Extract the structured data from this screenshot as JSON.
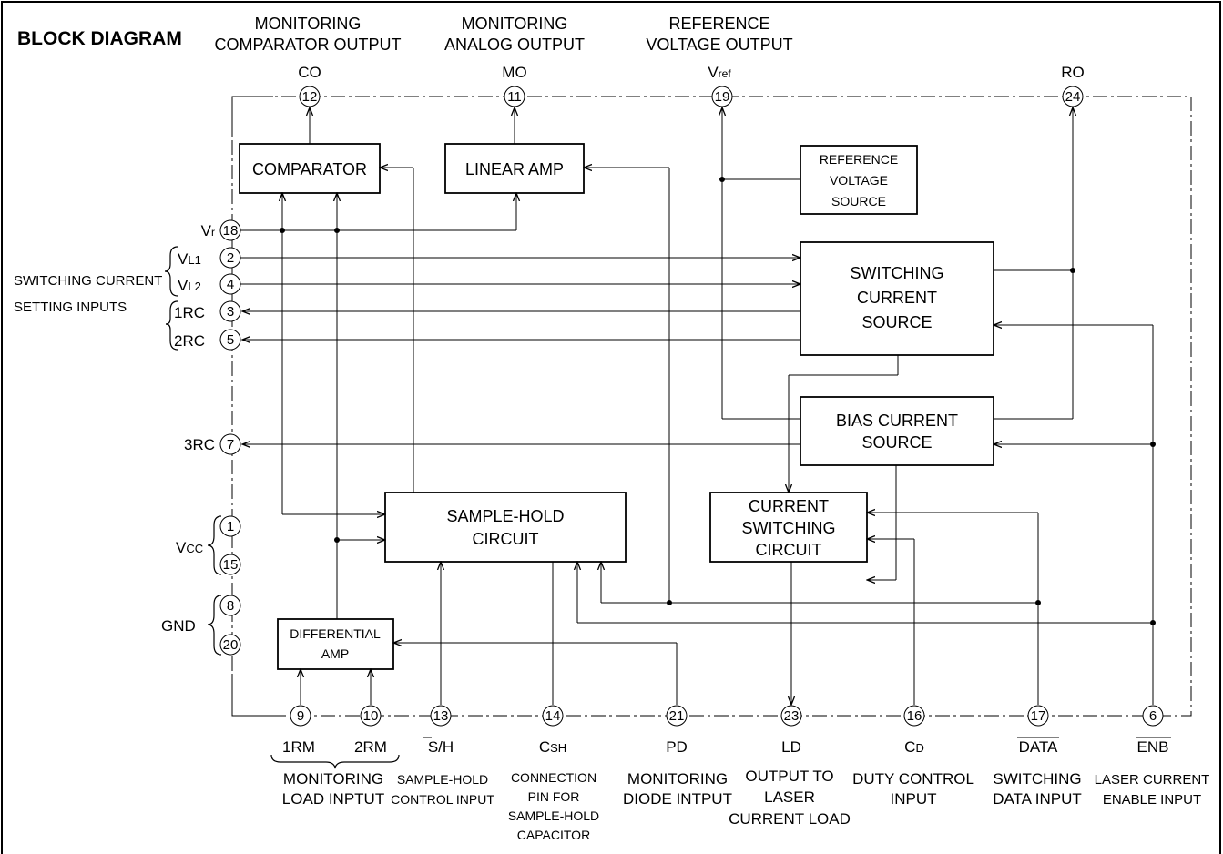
{
  "title": "BLOCK DIAGRAM",
  "headers": {
    "co": [
      "MONITORING",
      "COMPARATOR OUTPUT"
    ],
    "mo": [
      "MONITORING",
      "ANALOG OUTPUT"
    ],
    "vref": [
      "REFERENCE",
      "VOLTAGE OUTPUT"
    ]
  },
  "blocks": {
    "comparator": "COMPARATOR",
    "linear_amp": "LINEAR AMP",
    "reference_voltage_source": [
      "REFERENCE",
      "VOLTAGE",
      "SOURCE"
    ],
    "switching_current_source": [
      "SWITCHING",
      "CURRENT",
      "SOURCE"
    ],
    "bias_current_source": [
      "BIAS CURRENT",
      "SOURCE"
    ],
    "sample_hold_circuit": [
      "SAMPLE-HOLD",
      "CIRCUIT"
    ],
    "current_switching_circuit": [
      "CURRENT",
      "SWITCHING",
      "CIRCUIT"
    ],
    "differential_amp": [
      "DIFFERENTIAL",
      "AMP"
    ]
  },
  "top_pins": [
    {
      "num": "12",
      "label": "CO"
    },
    {
      "num": "11",
      "label": "MO"
    },
    {
      "num": "19",
      "label_main": "V",
      "label_sub": "ref"
    },
    {
      "num": "24",
      "label": "RO"
    }
  ],
  "left_pins": [
    {
      "num": "18",
      "label_main": "V",
      "label_sub": "r"
    },
    {
      "num": "2",
      "label_main": "V",
      "label_sub": "L1"
    },
    {
      "num": "4",
      "label_main": "V",
      "label_sub": "L2"
    },
    {
      "num": "3",
      "label": "1RC"
    },
    {
      "num": "5",
      "label": "2RC"
    },
    {
      "num": "7",
      "label": "3RC"
    },
    {
      "num": "1"
    },
    {
      "num": "15"
    },
    {
      "num": "8"
    },
    {
      "num": "20"
    }
  ],
  "group_labels": {
    "switching_current": [
      "SWITCHING CURRENT",
      "SETTING INPUTS"
    ],
    "vcc_main": "V",
    "vcc_sub": "CC",
    "gnd": "GND"
  },
  "bottom_pins": [
    {
      "num": "9",
      "label": "1RM"
    },
    {
      "num": "10",
      "label": "2RM"
    },
    {
      "num": "13",
      "label": "S/H"
    },
    {
      "num": "14",
      "label_main": "C",
      "label_sub": "SH"
    },
    {
      "num": "21",
      "label": "PD"
    },
    {
      "num": "23",
      "label": "LD"
    },
    {
      "num": "16",
      "label_main": "C",
      "label_sub": "D"
    },
    {
      "num": "17",
      "label": "DATA"
    },
    {
      "num": "6",
      "label": "ENB"
    }
  ],
  "bottom_captions": {
    "monitoring_load": [
      "MONITORING",
      "LOAD INPTUT"
    ],
    "sample_hold_control": [
      "SAMPLE-HOLD",
      "CONTROL INPUT"
    ],
    "connection_pin": [
      "CONNECTION",
      "PIN FOR",
      "SAMPLE-HOLD",
      "CAPACITOR"
    ],
    "monitoring_diode": [
      "MONITORING",
      "DIODE INTPUT"
    ],
    "output_to_laser": [
      "OUTPUT TO",
      "LASER",
      "CURRENT LOAD"
    ],
    "duty_control": [
      "DUTY CONTROL",
      "INPUT"
    ],
    "switching_data": [
      "SWITCHING",
      "DATA INPUT"
    ],
    "laser_enable": [
      "LASER CURRENT",
      "ENABLE INPUT"
    ]
  }
}
